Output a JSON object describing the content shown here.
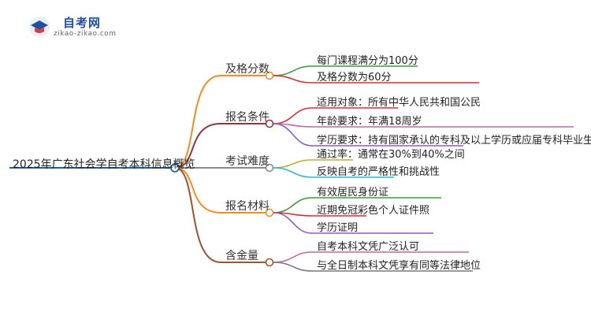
{
  "logo": {
    "title": "自考网",
    "url": "zikao-zikao.com"
  },
  "root": {
    "label": "2025年广东社会学自考本科信息概览",
    "color": "#1f5f9a"
  },
  "branches": [
    {
      "label": "及格分数",
      "color": "#f28c1e",
      "leaves": [
        {
          "label": "每门课程满分为100分",
          "color": "#3a9b3a"
        },
        {
          "label": "及格分数为60分",
          "color": "#d32f2f"
        }
      ]
    },
    {
      "label": "报名条件",
      "color": "#8b3a3a",
      "leaves": [
        {
          "label": "适用对象：所有中华人民共和国公民",
          "color": "#d32f2f"
        },
        {
          "label": "年龄要求：年满18周岁",
          "color": "#c0699b"
        },
        {
          "label": "学历要求：持有国家承认的专科及以上学历或应届专科毕业生",
          "color": "#8e5cc0"
        }
      ]
    },
    {
      "label": "考试难度",
      "color": "#8a8a8a",
      "leaves": [
        {
          "label": "通过率：通常在30%到40%之间",
          "color": "#b8b32a"
        },
        {
          "label": "反映自考的严格性和挑战性",
          "color": "#2bb5c8"
        }
      ]
    },
    {
      "label": "报名材料",
      "color": "#f28c1e",
      "leaves": [
        {
          "label": "有效居民身份证",
          "color": "#3a9b3a"
        },
        {
          "label": "近期免冠彩色个人证件照",
          "color": "#d32f2f"
        },
        {
          "label": "学历证明",
          "color": "#8e5cc0"
        }
      ]
    },
    {
      "label": "含金量",
      "color": "#a0522d",
      "leaves": [
        {
          "label": "自考本科文凭广泛认可",
          "color": "#c0699b"
        },
        {
          "label": "与全日制本科文凭享有同等法律地位",
          "color": "#7a7a7a"
        }
      ]
    }
  ]
}
